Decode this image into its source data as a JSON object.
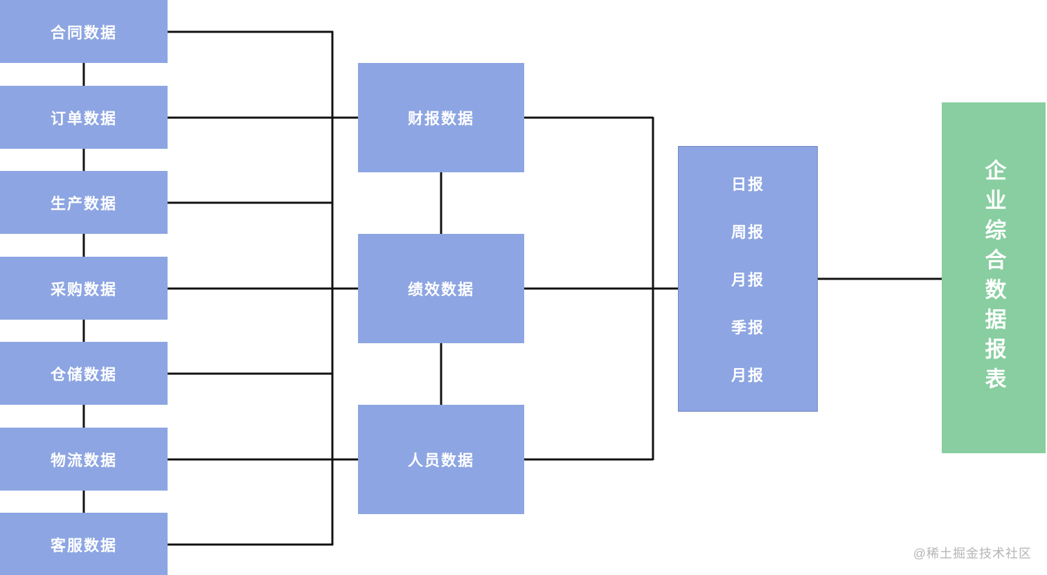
{
  "colors": {
    "box_blue": "#8da5e2",
    "box_green": "#88cea0",
    "line": "#111111"
  },
  "sources": [
    {
      "label": "合同数据"
    },
    {
      "label": "订单数据"
    },
    {
      "label": "生产数据"
    },
    {
      "label": "采购数据"
    },
    {
      "label": "仓储数据"
    },
    {
      "label": "物流数据"
    },
    {
      "label": "客服数据"
    }
  ],
  "aggregates": [
    {
      "label": "财报数据"
    },
    {
      "label": "绩效数据"
    },
    {
      "label": "人员数据"
    }
  ],
  "reports": {
    "items": [
      {
        "label": "日报"
      },
      {
        "label": "周报"
      },
      {
        "label": "月报"
      },
      {
        "label": "季报"
      },
      {
        "label": "月报"
      }
    ]
  },
  "output": {
    "label": "企业综合数据报表"
  },
  "watermark": {
    "text": "@稀土掘金技术社区"
  }
}
